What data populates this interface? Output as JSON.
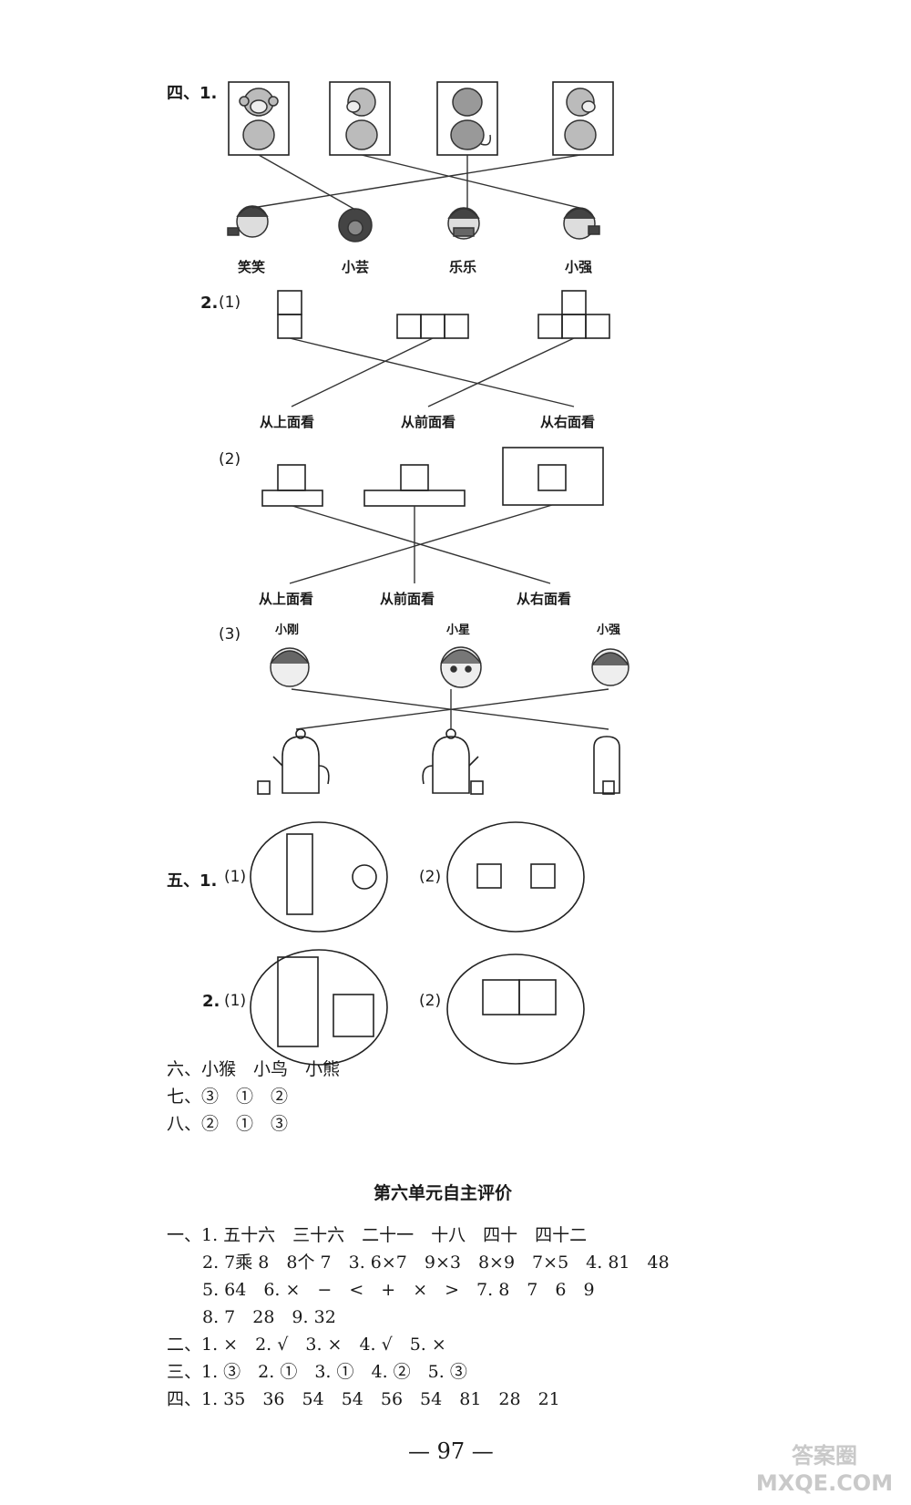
{
  "section4": {
    "label": "四、1.",
    "names": [
      "笑笑",
      "小芸",
      "乐乐",
      "小强"
    ],
    "q2": {
      "label": "2.",
      "p1": "(1)",
      "p2": "(2)",
      "p3": "(3)",
      "views_1": [
        "从上面看",
        "从前面看",
        "从右面看"
      ],
      "views_2": [
        "从上面看",
        "从前面看",
        "从右面看"
      ],
      "kids": [
        "小刚",
        "小星",
        "小强"
      ]
    }
  },
  "section5": {
    "label1": "五、1.",
    "p1": "(1)",
    "p2": "(2)",
    "label2": "2.",
    "p3": "(1)",
    "p4": "(2)"
  },
  "answers_top": [
    "六、小猴　小鸟　小熊",
    "七、③　①　②",
    "八、②　①　③"
  ],
  "unit6": {
    "title": "第六单元自主评价",
    "lines": [
      "一、1. 五十六　三十六　二十一　十八　四十　四十二",
      "2. 7乘 8　8个 7　3. 6×7　9×3　8×9　7×5　4. 81　48",
      "5. 64　6. ×　−　<　+　×　>　7. 8　7　6　9",
      "8. 7　28　9. 32",
      "二、1. ×　2. √　3. ×　4. √　5. ×",
      "三、1. ③　2. ①　3. ①　4. ②　5. ③",
      "四、1. 35　36　54　54　56　54　81　28　21"
    ]
  },
  "page_number": "— 97 —",
  "watermark": "答案圈 MXQE.COM"
}
